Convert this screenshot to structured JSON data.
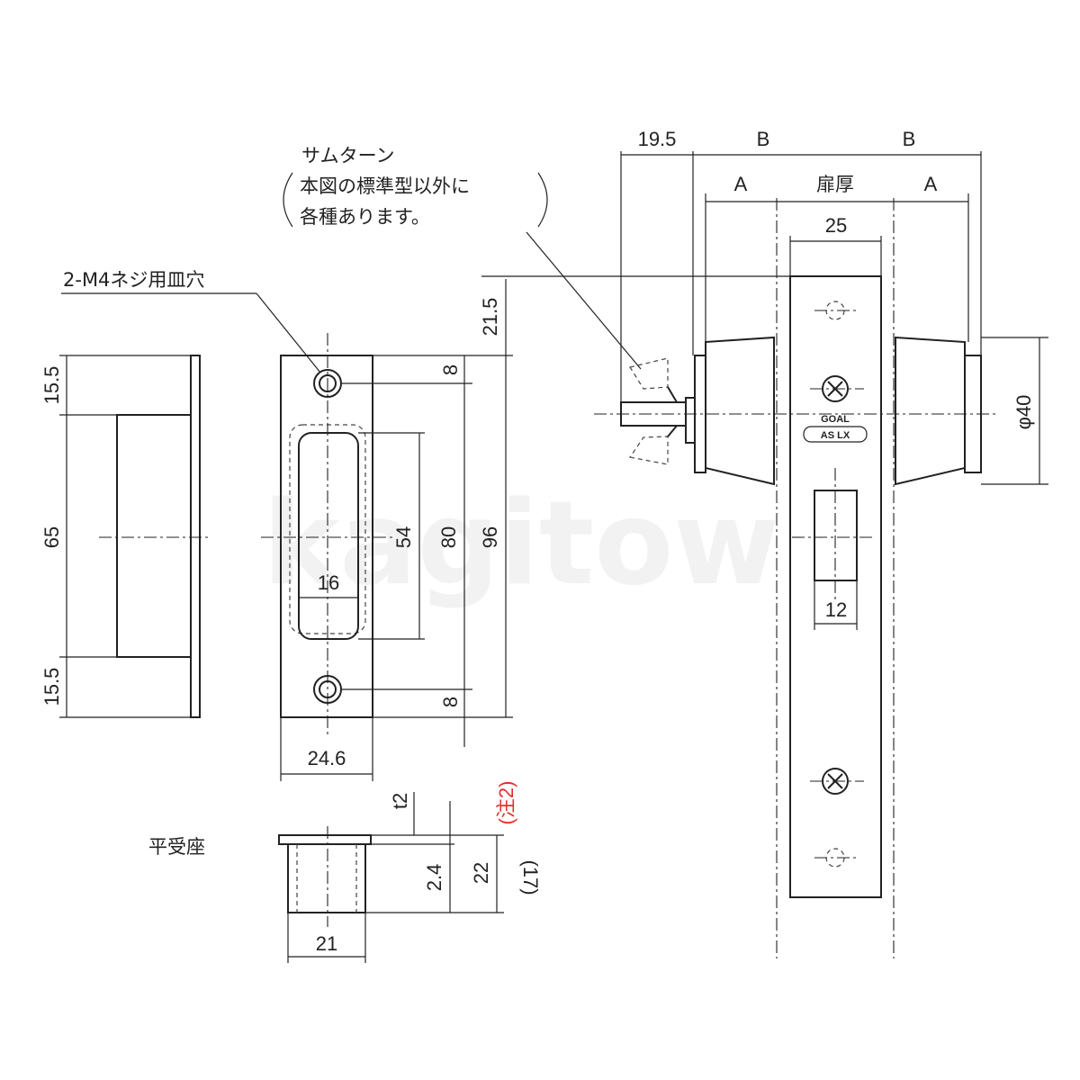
{
  "callouts": {
    "thumbturn_title": "サムターン",
    "thumbturn_line1": "本図の標準型以外に",
    "thumbturn_line2": "各種あります。",
    "screw_holes": "2-M4ネジ用皿穴",
    "flat_strike": "平受座",
    "note2": "(注2)"
  },
  "dimensions": {
    "side_top": "15.5",
    "side_mid": "65",
    "side_bottom": "15.5",
    "strike_width": "24.6",
    "strike_hole_top": "8",
    "strike_hole_bottom": "8",
    "strike_window_width": "16",
    "strike_window_height": "54",
    "strike_hole_pitch": "80",
    "strike_height": "96",
    "top_offset": "21.5",
    "thickness": "t2",
    "flange_depth": "2.4",
    "box_depth": "22",
    "box_depth_ref": "(17)",
    "box_width": "21",
    "thumbturn_offset": "19.5",
    "dim_b_left": "B",
    "dim_b_right": "B",
    "dim_a_left": "A",
    "dim_a_right": "A",
    "door_thickness": "扉厚",
    "faceplate_width": "25",
    "cylinder_dia": "φ40",
    "bolt_width": "12"
  },
  "markings": {
    "brand": "GOAL",
    "model": "AS LX"
  },
  "watermark": "kagitown",
  "icons": [
    "thumbturn-icon",
    "screw-icon"
  ]
}
